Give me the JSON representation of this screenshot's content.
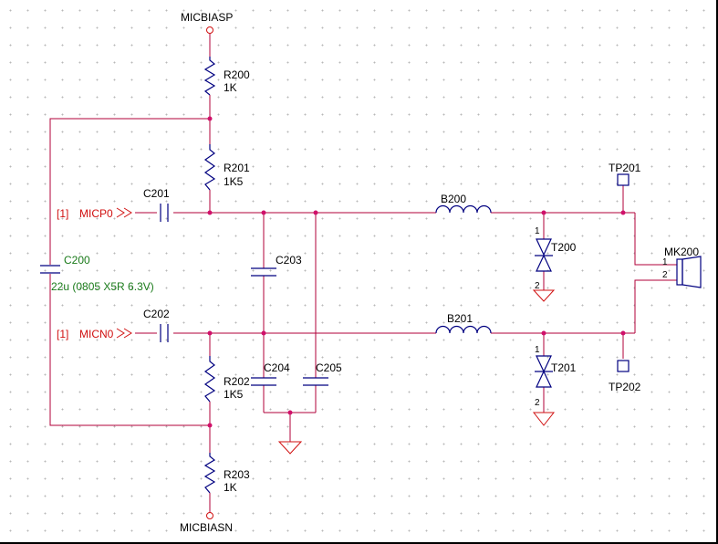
{
  "nets": {
    "micbiasp": "MICBIASP",
    "micbiasn": "MICBIASN",
    "micp_ref": "[1]",
    "micp": "MICP0",
    "micn_ref": "[1]",
    "micn": "MICN0"
  },
  "components": {
    "r200": {
      "ref": "R200",
      "value": "1K"
    },
    "r201": {
      "ref": "R201",
      "value": "1K5"
    },
    "r202": {
      "ref": "R202",
      "value": "1K5"
    },
    "r203": {
      "ref": "R203",
      "value": "1K"
    },
    "c200": {
      "ref": "C200",
      "value": "22u (0805 X5R 6.3V)"
    },
    "c201": {
      "ref": "C201"
    },
    "c202": {
      "ref": "C202"
    },
    "c203": {
      "ref": "C203"
    },
    "c204": {
      "ref": "C204"
    },
    "c205": {
      "ref": "C205"
    },
    "b200": {
      "ref": "B200"
    },
    "b201": {
      "ref": "B201"
    },
    "t200": {
      "ref": "T200",
      "pin1": "1",
      "pin2": "2"
    },
    "t201": {
      "ref": "T201",
      "pin1": "1",
      "pin2": "2"
    },
    "tp201": {
      "ref": "TP201"
    },
    "tp202": {
      "ref": "TP202"
    },
    "mk200": {
      "ref": "MK200",
      "pin1": "1",
      "pin2": "2"
    }
  },
  "colors": {
    "wire": "#b0003a",
    "component": "#000080",
    "ground_and_ports": "#d01010",
    "junction": "#d0106a",
    "value_text": "#1a7a1a"
  }
}
